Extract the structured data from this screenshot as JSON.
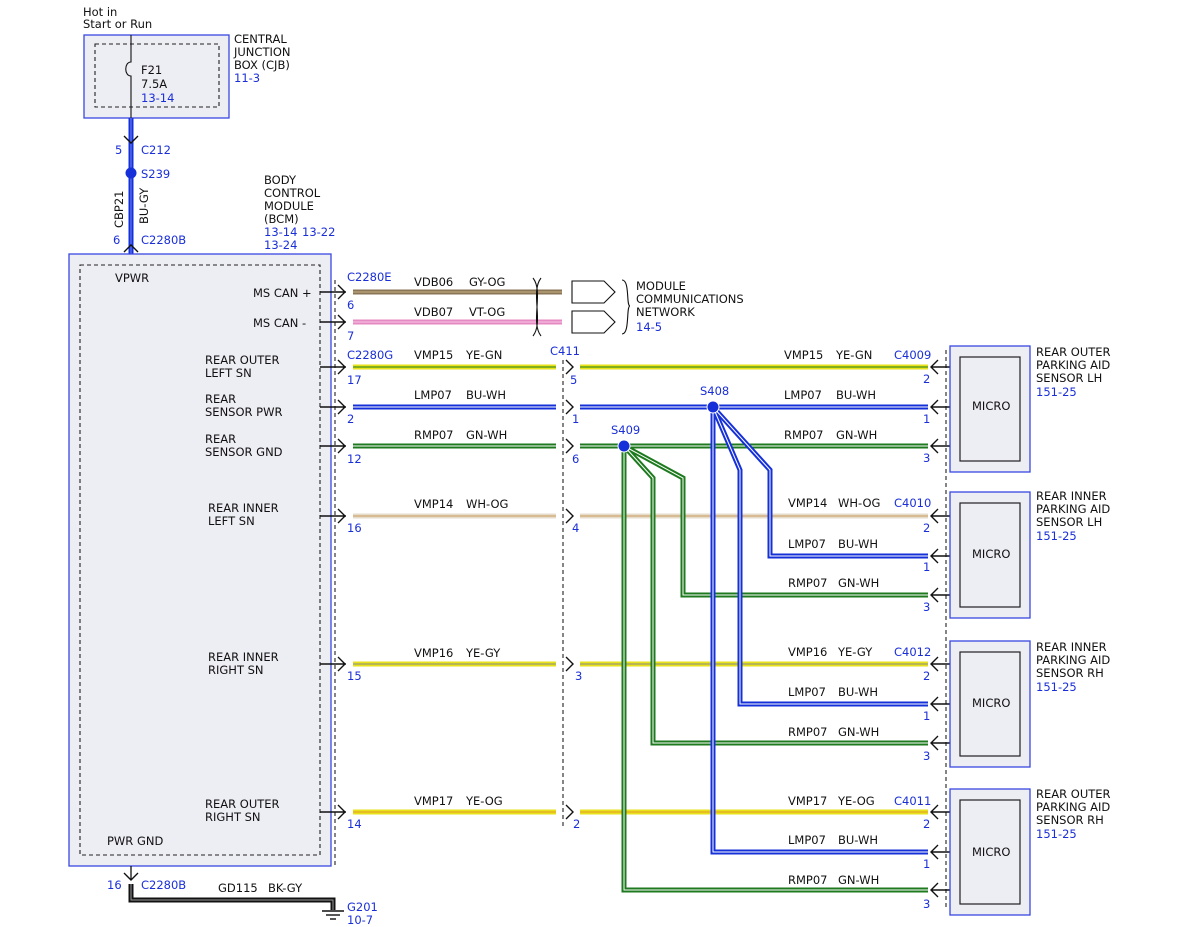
{
  "header": {
    "hot_label_1": "Hot in",
    "hot_label_2": "Start or Run"
  },
  "cjb": {
    "name_1": "CENTRAL",
    "name_2": "JUNCTION",
    "name_3": "BOX (CJB)",
    "ref": "11-3",
    "fuse_id": "F21",
    "fuse_rating": "7.5A",
    "fuse_ref": "13-14"
  },
  "supply": {
    "c212_pin": "5",
    "c212": "C212",
    "splice": "S239",
    "circuit": "CBP21",
    "color": "BU-GY",
    "bcm_pin": "6",
    "bcm_conn": "C2280B"
  },
  "bcm": {
    "name_1": "BODY",
    "name_2": "CONTROL",
    "name_3": "MODULE",
    "name_4": "(BCM)",
    "ref_1": "13-14",
    "ref_2": "13-22",
    "ref_3": "13-24",
    "vpwr": "VPWR",
    "pwr_gnd": "PWR GND",
    "ms_can_plus": "MS CAN +",
    "ms_can_minus": "MS CAN -",
    "rol_1": "REAR OUTER",
    "rol_2": "LEFT SN",
    "rsp_1": "REAR",
    "rsp_2": "SENSOR PWR",
    "rsg_1": "REAR",
    "rsg_2": "SENSOR GND",
    "ril_1": "REAR INNER",
    "ril_2": "LEFT SN",
    "rir_1": "REAR INNER",
    "rir_2": "RIGHT SN",
    "ror_1": "REAR OUTER",
    "ror_2": "RIGHT SN"
  },
  "connectors": {
    "c2280e": "C2280E",
    "c2280g": "C2280G",
    "c411": "C411",
    "c4009": "C4009",
    "c4010": "C4010",
    "c4012": "C4012",
    "c4011": "C4011",
    "s408": "S408",
    "s409": "S409"
  },
  "network": {
    "line_1": "MODULE",
    "line_2": "COMMUNICATIONS",
    "line_3": "NETWORK",
    "ref": "14-5"
  },
  "wires": {
    "vdb06": "VDB06",
    "vdb06_color": "GY-OG",
    "vdb07": "VDB07",
    "vdb07_color": "VT-OG",
    "vmp15": "VMP15",
    "vmp15_color": "YE-GN",
    "lmp07": "LMP07",
    "lmp07_color": "BU-WH",
    "rmp07": "RMP07",
    "rmp07_color": "GN-WH",
    "vmp14": "VMP14",
    "vmp14_color": "WH-OG",
    "vmp16": "VMP16",
    "vmp16_color": "YE-GY",
    "vmp17": "VMP17",
    "vmp17_color": "YE-OG",
    "gd115": "GD115",
    "gd115_color": "BK-GY"
  },
  "pins": {
    "can_plus": "6",
    "can_minus": "7",
    "bcm_rol": "17",
    "bcm_rsp": "2",
    "bcm_rsg": "12",
    "bcm_ril": "16",
    "bcm_rir": "15",
    "bcm_ror": "14",
    "c411_rol": "5",
    "c411_rsp": "1",
    "c411_rsg": "6",
    "c411_ril": "4",
    "c411_rir": "3",
    "c411_ror": "2",
    "s_sig": "2",
    "s_pwr": "1",
    "s_gnd": "3",
    "gnd_pin": "16",
    "gnd_conn": "C2280B"
  },
  "sensors": [
    {
      "micro": "MICRO",
      "name_1": "REAR OUTER",
      "name_2": "PARKING AID",
      "name_3": "SENSOR LH",
      "ref": "151-25"
    },
    {
      "micro": "MICRO",
      "name_1": "REAR INNER",
      "name_2": "PARKING AID",
      "name_3": "SENSOR LH",
      "ref": "151-25"
    },
    {
      "micro": "MICRO",
      "name_1": "REAR INNER",
      "name_2": "PARKING AID",
      "name_3": "SENSOR RH",
      "ref": "151-25"
    },
    {
      "micro": "MICRO",
      "name_1": "REAR OUTER",
      "name_2": "PARKING AID",
      "name_3": "SENSOR RH",
      "ref": "151-25"
    }
  ],
  "ground": {
    "name": "G201",
    "ref": "10-7"
  },
  "colors": {
    "blue": "#1530d8",
    "green": "#1e7a1e",
    "yellow": "#e7e21a",
    "brown": "#8a7556",
    "pink": "#e58ac2",
    "black": "#111111",
    "link": "#1a2fd8"
  }
}
